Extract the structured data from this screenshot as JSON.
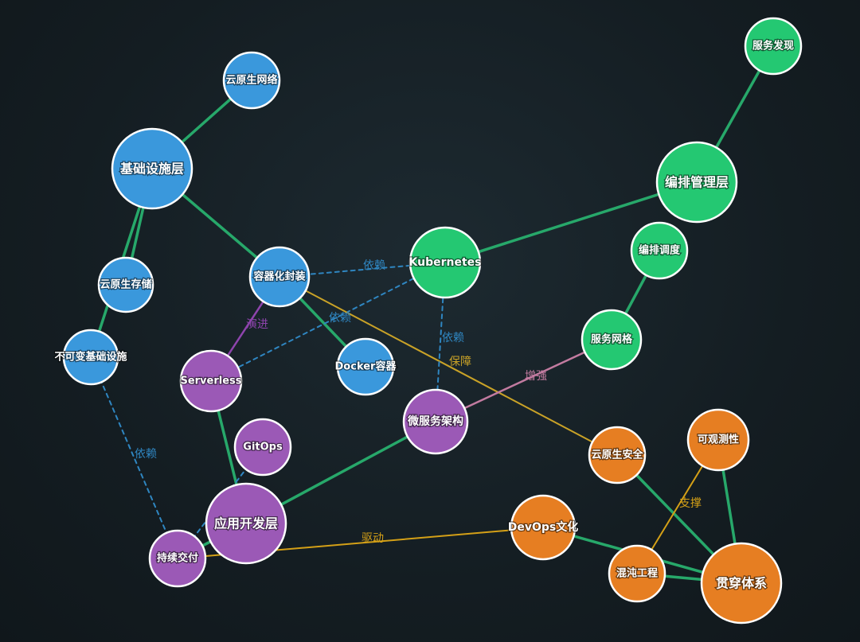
{
  "colors": {
    "infrastructure": "#3a98dc",
    "orchestration": "#24c872",
    "application": "#9b59b6",
    "cross_cutting": "#e67e22",
    "node_border": "#ffffff",
    "edge_solid": "#27a86a",
    "edge_dashed": "#2f86c1",
    "edge_evolve": "#8e44ad",
    "edge_guarantee": "#c9a227",
    "edge_enhance": "#c27ba0",
    "edge_support": "#d4a017",
    "edge_drive": "#d4a017"
  },
  "nodes": [
    {
      "id": "infra_layer",
      "label": "基础设施层",
      "group": "infrastructure"
    },
    {
      "id": "cn_network",
      "label": "云原生网络",
      "group": "infrastructure"
    },
    {
      "id": "cn_storage",
      "label": "云原生存储",
      "group": "infrastructure"
    },
    {
      "id": "immutable_infra",
      "label": "不可变基础设施",
      "group": "infrastructure"
    },
    {
      "id": "containerization",
      "label": "容器化封装",
      "group": "infrastructure"
    },
    {
      "id": "docker",
      "label": "Docker容器",
      "group": "infrastructure"
    },
    {
      "id": "kubernetes",
      "label": "Kubernetes",
      "group": "orchestration"
    },
    {
      "id": "orch_layer",
      "label": "编排管理层",
      "group": "orchestration"
    },
    {
      "id": "service_discovery",
      "label": "服务发现",
      "group": "orchestration"
    },
    {
      "id": "scheduling",
      "label": "编排调度",
      "group": "orchestration"
    },
    {
      "id": "service_mesh",
      "label": "服务网格",
      "group": "orchestration"
    },
    {
      "id": "serverless",
      "label": "Serverless",
      "group": "application"
    },
    {
      "id": "microservices",
      "label": "微服务架构",
      "group": "application"
    },
    {
      "id": "gitops",
      "label": "GitOps",
      "group": "application"
    },
    {
      "id": "app_layer",
      "label": "应用开发层",
      "group": "application"
    },
    {
      "id": "cd",
      "label": "持续交付",
      "group": "application"
    },
    {
      "id": "cn_security",
      "label": "云原生安全",
      "group": "cross_cutting"
    },
    {
      "id": "observability",
      "label": "可观测性",
      "group": "cross_cutting"
    },
    {
      "id": "devops",
      "label": "DevOps文化",
      "group": "cross_cutting"
    },
    {
      "id": "chaos",
      "label": "混沌工程",
      "group": "cross_cutting"
    },
    {
      "id": "cross_system",
      "label": "贯穿体系",
      "group": "cross_cutting"
    }
  ],
  "edges": [
    {
      "from": "infra_layer",
      "to": "cn_network",
      "style": "solid",
      "label": ""
    },
    {
      "from": "infra_layer",
      "to": "cn_storage",
      "style": "solid",
      "label": ""
    },
    {
      "from": "infra_layer",
      "to": "containerization",
      "style": "solid",
      "label": ""
    },
    {
      "from": "infra_layer",
      "to": "immutable_infra",
      "style": "solid",
      "label": ""
    },
    {
      "from": "containerization",
      "to": "docker",
      "style": "solid",
      "label": ""
    },
    {
      "from": "containerization",
      "to": "kubernetes",
      "style": "dashed",
      "label": "依赖"
    },
    {
      "from": "serverless",
      "to": "kubernetes",
      "style": "dashed",
      "label": "依赖"
    },
    {
      "from": "containerization",
      "to": "serverless",
      "style": "evolve",
      "label": "演进"
    },
    {
      "from": "containerization",
      "to": "cn_security",
      "style": "guarantee",
      "label": "保障"
    },
    {
      "from": "kubernetes",
      "to": "orch_layer",
      "style": "solid",
      "label": ""
    },
    {
      "from": "orch_layer",
      "to": "service_discovery",
      "style": "solid",
      "label": ""
    },
    {
      "from": "scheduling",
      "to": "service_mesh",
      "style": "solid",
      "label": ""
    },
    {
      "from": "microservices",
      "to": "kubernetes",
      "style": "dashed",
      "label": "依赖"
    },
    {
      "from": "microservices",
      "to": "service_mesh",
      "style": "enhance",
      "label": "增强"
    },
    {
      "from": "microservices",
      "to": "app_layer",
      "style": "solid",
      "label": ""
    },
    {
      "from": "serverless",
      "to": "app_layer",
      "style": "solid",
      "label": ""
    },
    {
      "from": "gitops",
      "to": "cd",
      "style": "dashed",
      "label": "依赖"
    },
    {
      "from": "app_layer",
      "to": "cd",
      "style": "solid",
      "label": ""
    },
    {
      "from": "immutable_infra",
      "to": "cd",
      "style": "dashed",
      "label": "依赖"
    },
    {
      "from": "cd",
      "to": "devops",
      "style": "drive",
      "label": "驱动"
    },
    {
      "from": "devops",
      "to": "cross_system",
      "style": "solid",
      "label": ""
    },
    {
      "from": "cn_security",
      "to": "cross_system",
      "style": "solid",
      "label": ""
    },
    {
      "from": "observability",
      "to": "cross_system",
      "style": "solid",
      "label": ""
    },
    {
      "from": "chaos",
      "to": "cross_system",
      "style": "solid",
      "label": ""
    },
    {
      "from": "observability",
      "to": "chaos",
      "style": "support",
      "label": "支撑"
    }
  ]
}
